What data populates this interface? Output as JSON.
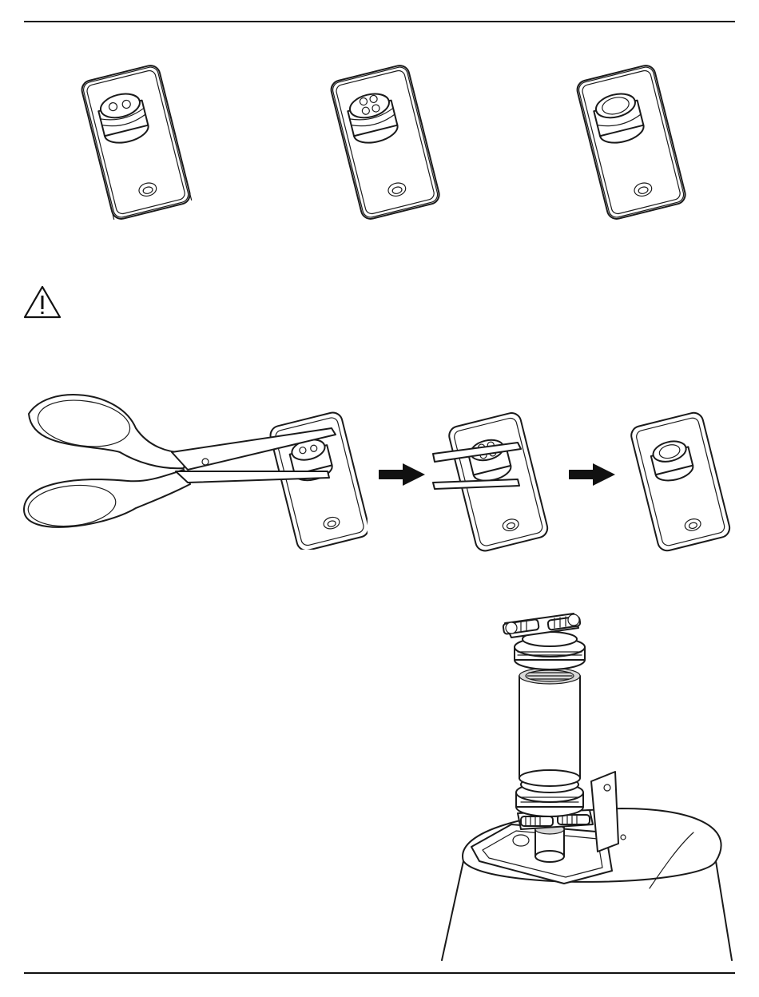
{
  "page": {
    "background": "#ffffff",
    "ink": "#111111"
  },
  "figures": {
    "top_row": [
      {
        "name": "grommet-plate-two-holes",
        "grommet": "two-hole"
      },
      {
        "name": "grommet-plate-four-holes",
        "grommet": "four-hole"
      },
      {
        "name": "grommet-plate-single-opening",
        "grommet": "single-opening"
      }
    ],
    "caution_icon": "warning-triangle-icon",
    "cutting_sequence": [
      "scissors-cutting-grommet",
      "arrow-right-icon",
      "grommet-being-cut",
      "arrow-right-icon",
      "grommet-opened"
    ],
    "assembly": "conduit-coupling-assembly-on-speaker"
  }
}
